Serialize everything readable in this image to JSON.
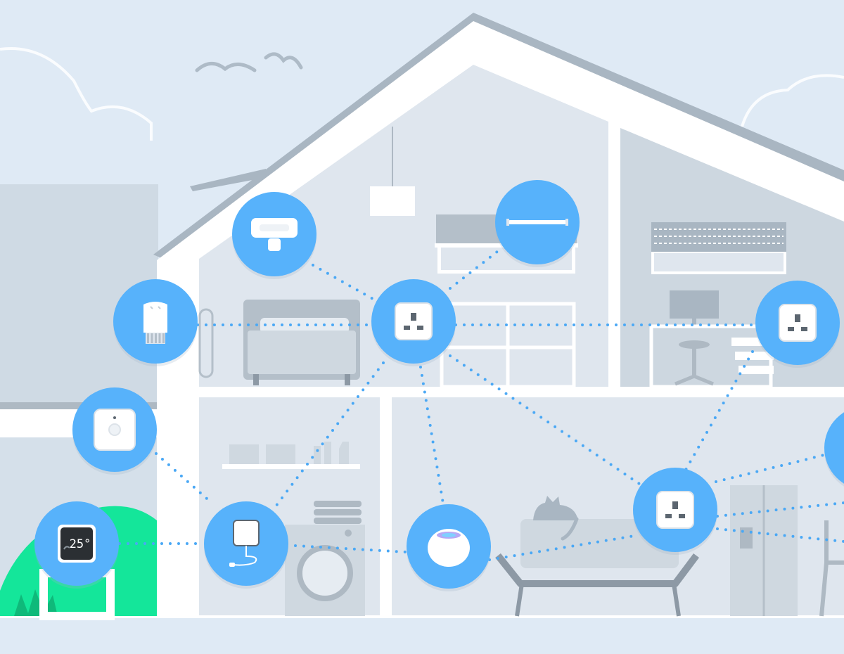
{
  "colors": {
    "sky": "#dfeaf5",
    "house_outline": "#a9b6c2",
    "wall": "#ffffff",
    "room": "#dfe6ee",
    "room_right": "#c9d4dd",
    "furniture": "#b4bfc9",
    "furniture_light": "#cfd8e0",
    "node": "#57b2fb",
    "mesh_line": "#4aa8f5",
    "grass": "#14e69a",
    "ground": "#dfeaf5"
  },
  "devices": [
    {
      "id": "hub",
      "icon": "smart-plug-icon"
    },
    {
      "id": "plug-right-upper",
      "icon": "smart-plug-icon"
    },
    {
      "id": "plug-living-room",
      "icon": "smart-plug-icon"
    },
    {
      "id": "light-bar",
      "icon": "light-bar-icon"
    },
    {
      "id": "floodlight",
      "icon": "floodlight-camera-icon"
    },
    {
      "id": "radiator-valve",
      "icon": "radiator-valve-icon"
    },
    {
      "id": "motion-sensor",
      "icon": "motion-sensor-icon"
    },
    {
      "id": "thermometer",
      "icon": "temperature-display-icon"
    },
    {
      "id": "water-sensor",
      "icon": "water-leak-sensor-icon"
    },
    {
      "id": "speaker",
      "icon": "smart-speaker-icon"
    },
    {
      "id": "edge-right",
      "icon": "device-node-icon"
    }
  ],
  "thermometer": {
    "reading": "25°"
  }
}
